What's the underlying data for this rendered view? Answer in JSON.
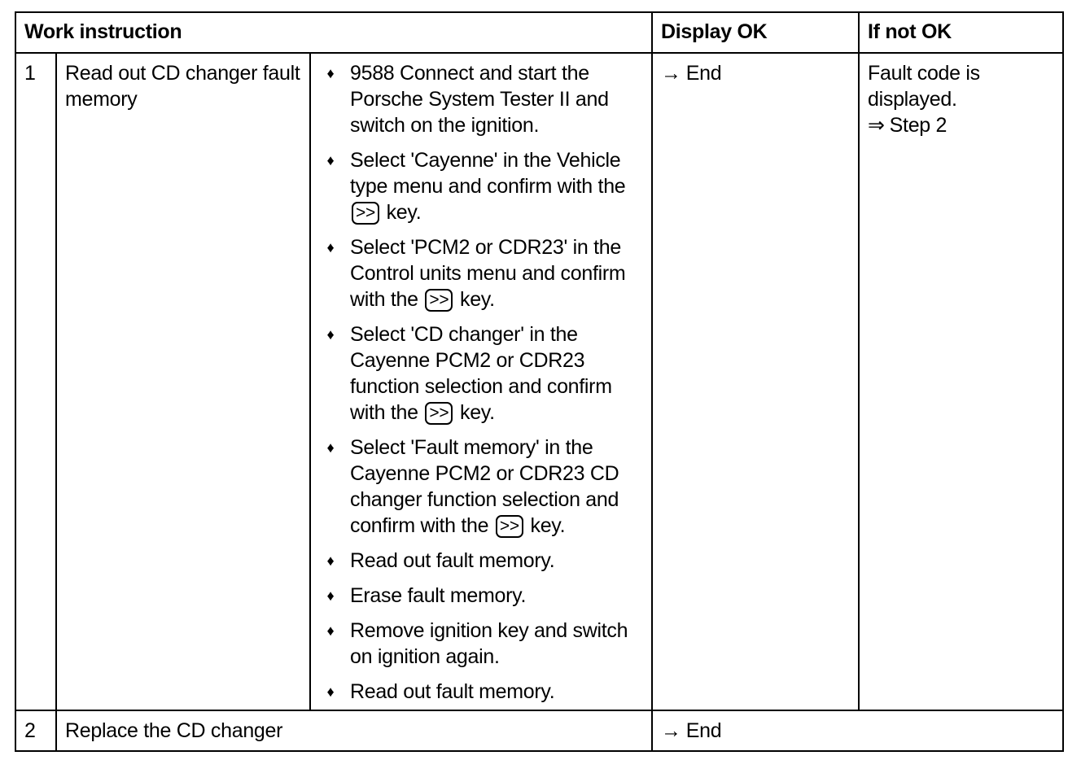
{
  "table": {
    "headers": {
      "work_instruction": "Work instruction",
      "display_ok": "Display OK",
      "if_not_ok": "If not OK"
    },
    "rows": [
      {
        "number": "1",
        "instruction": "Read out CD changer fault memory",
        "actions": [
          {
            "before": "9588 Connect and start the Porsche System Tester II and switch on the ignition.",
            "key": "",
            "after": ""
          },
          {
            "before": "Select 'Cayenne' in the Vehicle type menu and confirm with the ",
            "key": ">>",
            "after": " key."
          },
          {
            "before": "Select 'PCM2 or CDR23' in the Control units menu and confirm with the ",
            "key": ">>",
            "after": " key."
          },
          {
            "before": "Select 'CD changer' in the Cayenne PCM2 or CDR23 function selection and confirm with the ",
            "key": ">>",
            "after": " key."
          },
          {
            "before": "Select 'Fault memory' in the Cayenne PCM2 or CDR23 CD changer function selection and confirm with the ",
            "key": ">>",
            "after": " key."
          },
          {
            "before": "Read out fault memory.",
            "key": "",
            "after": ""
          },
          {
            "before": "Erase fault memory.",
            "key": "",
            "after": ""
          },
          {
            "before": "Remove ignition key and switch on ignition again.",
            "key": "",
            "after": ""
          },
          {
            "before": "Read out fault memory.",
            "key": "",
            "after": ""
          }
        ],
        "display_ok_arrow": "→",
        "display_ok_text": "End",
        "not_ok_line1": "Fault code is displayed.",
        "not_ok_arrow": "⇒",
        "not_ok_text": "Step 2"
      },
      {
        "number": "2",
        "instruction": "Replace the CD changer",
        "display_ok_arrow": "→",
        "display_ok_text": "End"
      }
    ],
    "bullet_symbol": "♦"
  }
}
